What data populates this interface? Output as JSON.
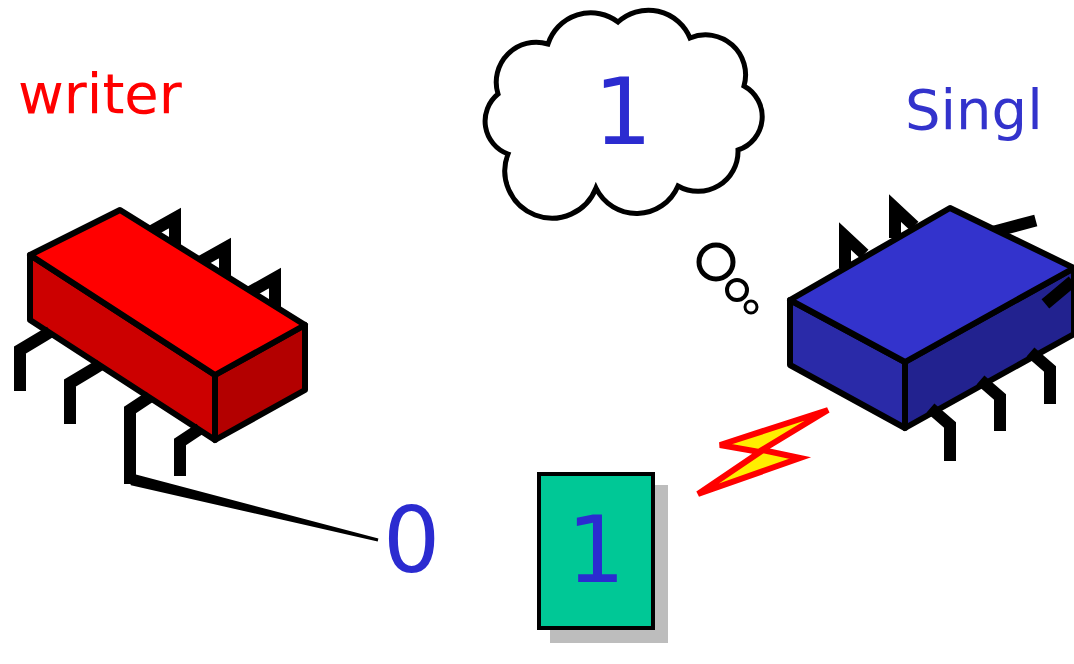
{
  "diagram": {
    "nodes": [
      {
        "text": [
          "1"
        ]
      },
      {
        "text": [
          "1"
        ]
      }
    ],
    "labels": [
      "writer",
      "Singl",
      "0"
    ]
  }
}
